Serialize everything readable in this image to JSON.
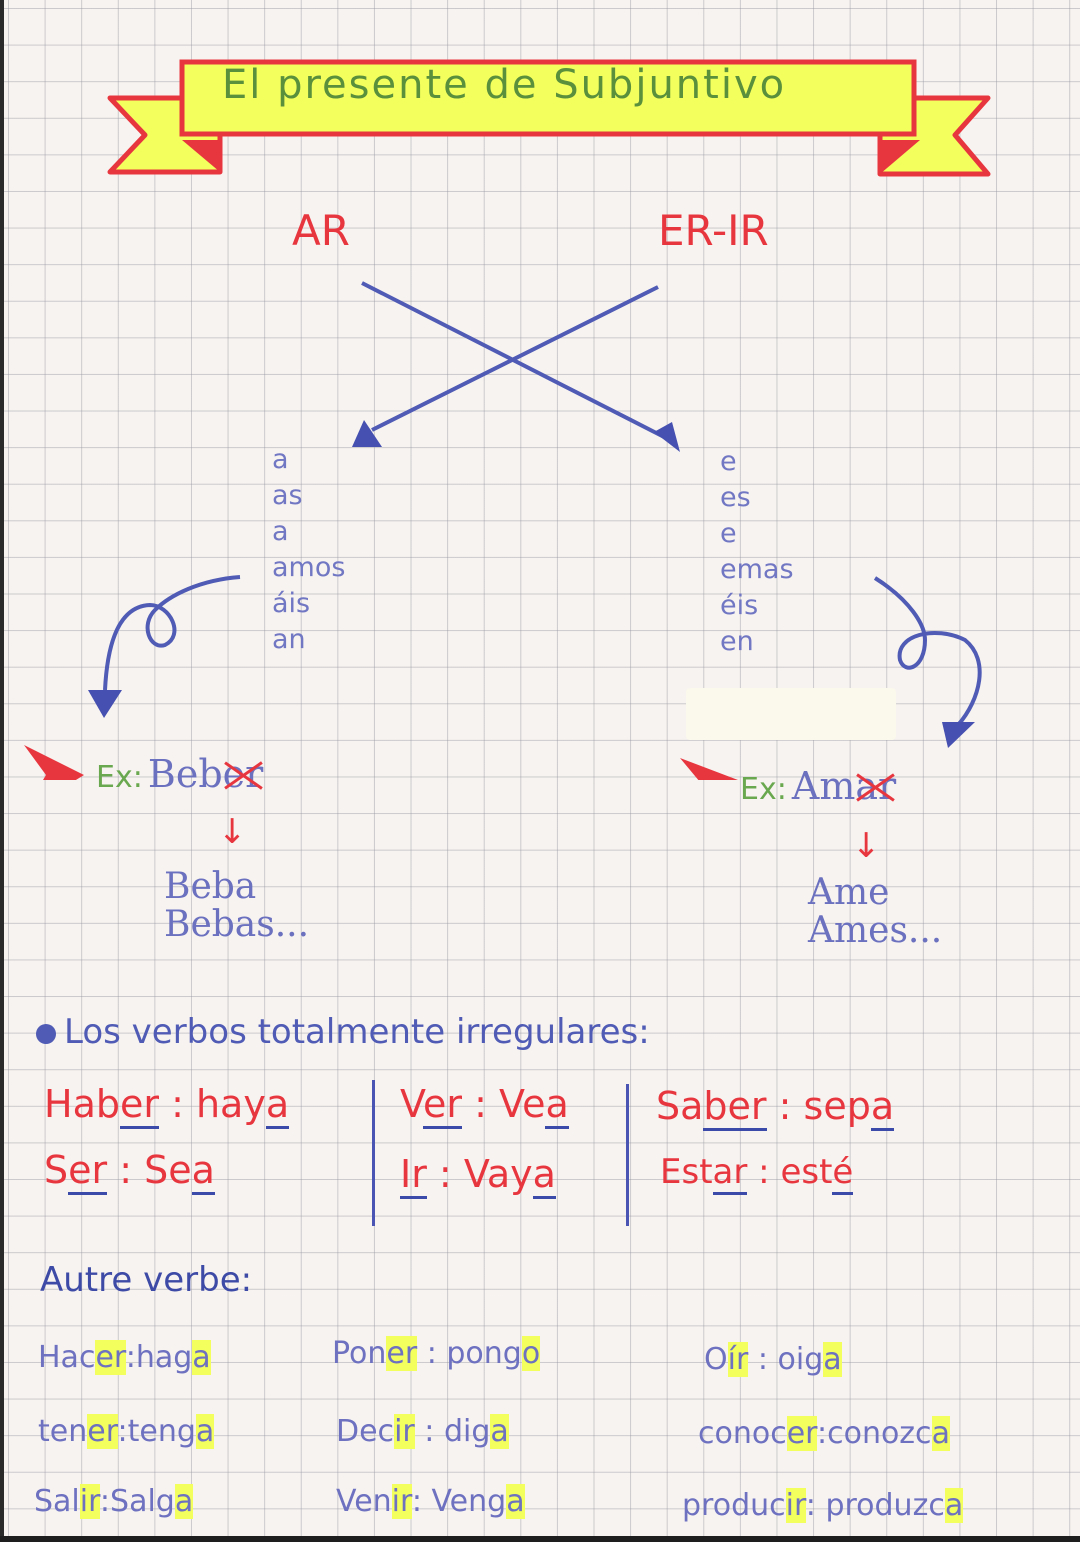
{
  "title": "El presente de Subjuntivo",
  "colors": {
    "banner_fill": "#f3ff5c",
    "banner_border": "#e8363f",
    "title_text": "#5a8f3c",
    "heading_red": "#e8363f",
    "ink_blue": "#5b64b8",
    "highlight": "#f3ff5c",
    "example_green": "#6aa84f"
  },
  "conjugation": {
    "ar": {
      "header": "AR",
      "endings": [
        "a",
        "as",
        "a",
        "amos",
        "áis",
        "an"
      ],
      "example_label": "Ex:",
      "example_stem": "Beb",
      "example_crossed": "er",
      "results": [
        "Beba",
        "Bebas..."
      ]
    },
    "er_ir": {
      "header": "ER-IR",
      "endings": [
        "e",
        "es",
        "e",
        "emas",
        "éis",
        "en"
      ],
      "example_label": "Ex:",
      "example_stem": "Am",
      "example_crossed": "ar",
      "results": [
        "Ame",
        "Ames..."
      ]
    },
    "down_arrow": "↓"
  },
  "irregular": {
    "heading": "Los verbos totalmente irregulares:",
    "groups": [
      [
        {
          "stem": "Hab",
          "ending": "er",
          "form_stem": "hay",
          "form_end": "a"
        },
        {
          "stem": "S",
          "ending": "er",
          "form_stem": "Se",
          "form_end": "a"
        }
      ],
      [
        {
          "stem": "V",
          "ending": "er",
          "form_stem": "Ve",
          "form_end": "a"
        },
        {
          "stem": "",
          "ending": "Ir",
          "form_stem": "Vay",
          "form_end": "a"
        }
      ],
      [
        {
          "stem": "Sa",
          "ending": "ber",
          "form_stem": "sep",
          "form_end": "a"
        },
        {
          "stem": "Est",
          "ending": "ar",
          "form_stem": "est",
          "form_end": "é"
        }
      ]
    ]
  },
  "other_verbs": {
    "heading": "Autre verbe:",
    "rows": [
      [
        {
          "inf_stem": "Hac",
          "inf_end": "er",
          "form_stem": "hag",
          "form_end": "a"
        },
        {
          "inf_stem": "Pon",
          "inf_end": "er",
          "form_stem": "pong",
          "form_end": "o"
        },
        {
          "inf_stem": "O",
          "inf_end": "ír",
          "form_stem": "oig",
          "form_end": "a"
        }
      ],
      [
        {
          "inf_stem": "ten",
          "inf_end": "er",
          "form_stem": "teng",
          "form_end": "a"
        },
        {
          "inf_stem": "Dec",
          "inf_end": "ir",
          "form_stem": "dig",
          "form_end": "a"
        },
        {
          "inf_stem": "conoc",
          "inf_end": "er",
          "form_stem": "conozc",
          "form_end": "a"
        }
      ],
      [
        {
          "inf_stem": "Sal",
          "inf_end": "ir",
          "form_stem": "Salg",
          "form_end": "a"
        },
        {
          "inf_stem": "Ven",
          "inf_end": "ir",
          "form_stem": "Veng",
          "form_end": "a"
        },
        {
          "inf_stem": "produc",
          "inf_end": "ir",
          "form_stem": "produzc",
          "form_end": "a"
        }
      ]
    ],
    "separator": ":"
  }
}
